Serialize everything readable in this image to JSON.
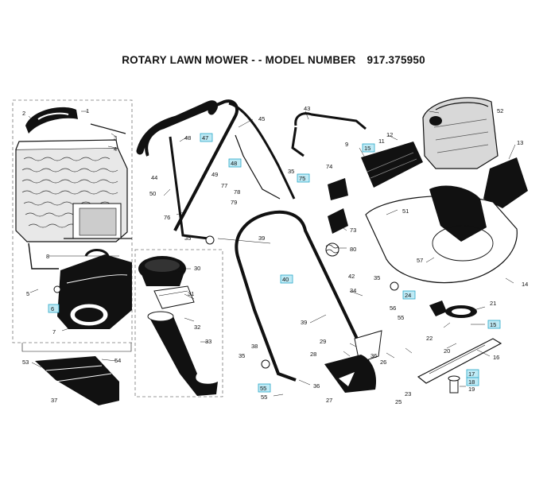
{
  "title": {
    "text_a": "ROTARY LAWN MOWER - - MODEL NUMBER",
    "text_b": "917.375950"
  },
  "callouts": {
    "n1": "1",
    "n2": "2",
    "n3": "3",
    "n4": "4",
    "n5": "5",
    "n6": "6",
    "n7": "7",
    "n8": "8",
    "n9": "9",
    "n11": "11",
    "n12": "12",
    "n13": "13",
    "n14": "14",
    "n15": "15",
    "n16": "16",
    "n17": "17",
    "n18": "18",
    "n19": "19",
    "n20": "20",
    "n21": "21",
    "n22": "22",
    "n23": "23",
    "n24": "24",
    "n25": "25",
    "n26": "26",
    "n27": "27",
    "n28": "28",
    "n29": "29",
    "n30": "30",
    "n31": "31",
    "n32": "32",
    "n33": "33",
    "n34": "34",
    "n35": "35",
    "n36": "36",
    "n37": "37",
    "n38": "38",
    "n39": "39",
    "n40": "40",
    "n42": "42",
    "n43": "43",
    "n44": "44",
    "n45": "45",
    "n47": "47",
    "n48": "48",
    "n49": "49",
    "n50": "50",
    "n51": "51",
    "n52": "52",
    "n53": "53",
    "n54": "54",
    "n55": "55",
    "n56": "56",
    "n57": "57",
    "n73": "73",
    "n74": "74",
    "n75": "75",
    "n76": "76",
    "n77": "77",
    "n78": "78",
    "n79": "79",
    "n80": "80"
  },
  "colors": {
    "highlight_fill": "#bfeaf5",
    "highlight_border": "#2aa7c8",
    "line": "#111111"
  }
}
